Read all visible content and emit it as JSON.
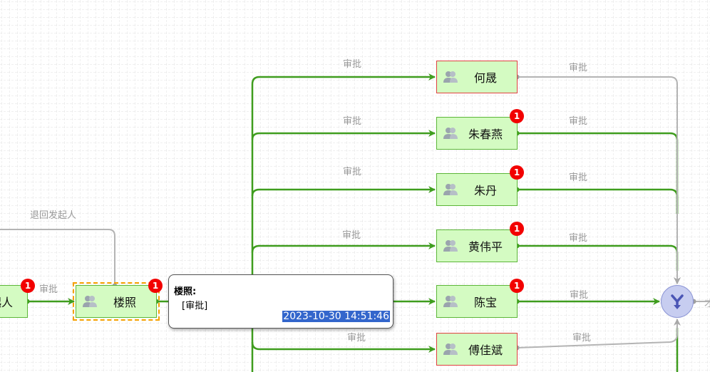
{
  "colors": {
    "node_fill": "#d4fbc2",
    "node_border": "#5cb638",
    "node_border_rejected": "#e04040",
    "edge_active": "#3f9d1e",
    "edge_inactive": "#b4b4b4",
    "badge": "#f20000",
    "merge_node_fill": "#c7cdf0",
    "merge_icon": "#4a55b5",
    "selection_outline": "#f5a000",
    "highlight": "#3366cc"
  },
  "nodes": [
    {
      "id": "initiator",
      "label": "起人",
      "badge": "1",
      "status": "done"
    },
    {
      "id": "louzhao",
      "label": "楼照",
      "badge": "1",
      "status": "selected"
    },
    {
      "id": "hesheng",
      "label": "何晟",
      "badge": null,
      "status": "rejected"
    },
    {
      "id": "zhuchunyan",
      "label": "朱春燕",
      "badge": "1",
      "status": "done"
    },
    {
      "id": "zhudan",
      "label": "朱丹",
      "badge": "1",
      "status": "done"
    },
    {
      "id": "huangweiping",
      "label": "黄伟平",
      "badge": "1",
      "status": "done"
    },
    {
      "id": "chenbao",
      "label": "陈宝",
      "badge": "1",
      "status": "done"
    },
    {
      "id": "fujiabin",
      "label": "傅佳斌",
      "badge": null,
      "status": "rejected"
    }
  ],
  "edge_labels": {
    "approve": "审批",
    "return_to_initiator": "退回发起人"
  },
  "tooltip": {
    "title": "楼照:",
    "action": "[审批]",
    "timestamp": "2023-10-30 14:51:46"
  },
  "merge_node": {
    "icon": "merge-icon"
  },
  "offscreen_end_label": "才"
}
